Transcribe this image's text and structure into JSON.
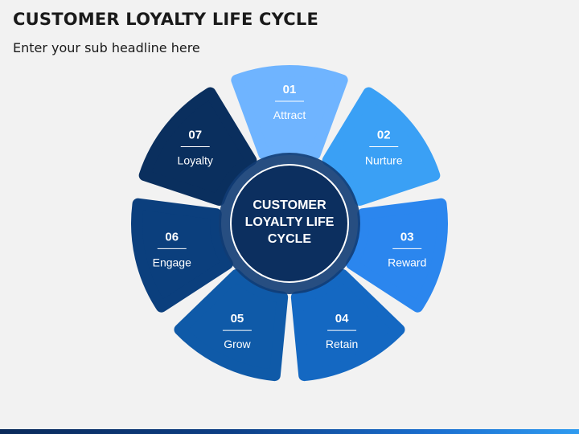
{
  "header": {
    "title": "CUSTOMER LOYALTY LIFE CYCLE",
    "subtitle": "Enter your sub headline here"
  },
  "center": {
    "line1": "CUSTOMER",
    "line2": "LOYALTY LIFE",
    "line3": "CYCLE"
  },
  "stages": [
    {
      "number": "01",
      "label": "Attract",
      "color": "#6fb4ff"
    },
    {
      "number": "02",
      "label": "Nurture",
      "color": "#3aa0f5"
    },
    {
      "number": "03",
      "label": "Reward",
      "color": "#2b86ee"
    },
    {
      "number": "04",
      "label": "Retain",
      "color": "#1468c2"
    },
    {
      "number": "05",
      "label": "Grow",
      "color": "#0f5aa8"
    },
    {
      "number": "06",
      "label": "Engage",
      "color": "#0b3f7d"
    },
    {
      "number": "07",
      "label": "Loyalty",
      "color": "#0a2f5e"
    }
  ],
  "colors": {
    "center_fill": "#0c2f5f",
    "center_ring": "#113c74",
    "center_border": "#ffffff",
    "text_light": "#ffffff",
    "accent_bar": "#0d3f86"
  }
}
